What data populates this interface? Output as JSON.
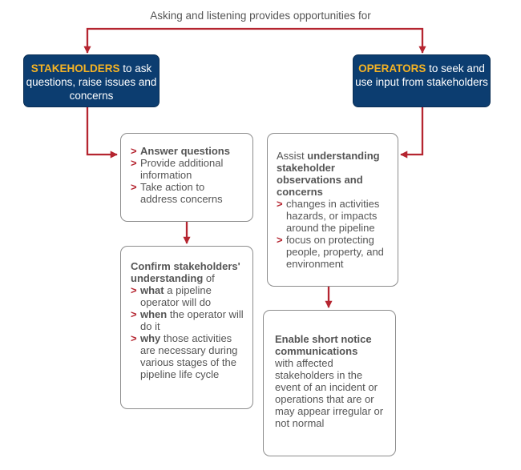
{
  "title": "Asking and listening provides opportunities for",
  "stakeholders_header": {
    "highlight": "STAKEHOLDERS",
    "rest": " to ask questions, raise issues and concerns"
  },
  "operators_header": {
    "highlight": "OPERATORS",
    "rest": " to seek and use input from stakeholders"
  },
  "bullet_marker": ">",
  "answer_box": {
    "items": [
      "Answer questions",
      "Provide additional information",
      "Take action to address concerns"
    ]
  },
  "confirm_box": {
    "heading": "Confirm stakeholders' understanding",
    "heading_suffix": " of",
    "items": [
      {
        "bold": "what",
        "rest": " a pipeline operator will do"
      },
      {
        "bold": "when",
        "rest": " the operator will do it"
      },
      {
        "bold": "why",
        "rest": " those activities are necessary during various stages of the pipeline life cycle"
      }
    ]
  },
  "assist_box": {
    "lead": "Assist ",
    "heading": "understanding stakeholder observations and concerns",
    "items": [
      "changes in activities hazards, or impacts around the pipeline",
      "focus on protecting people, property, and environment"
    ]
  },
  "enable_box": {
    "heading": "Enable short notice communications",
    "body": "with affected stakeholders in the event of an incident or operations that are or may appear irregular or not normal"
  },
  "colors": {
    "header_fill": "#0c3d70",
    "highlight": "#f5b324",
    "arrow": "#b52530",
    "text": "#555555",
    "box_border": "#8c8c8c"
  }
}
